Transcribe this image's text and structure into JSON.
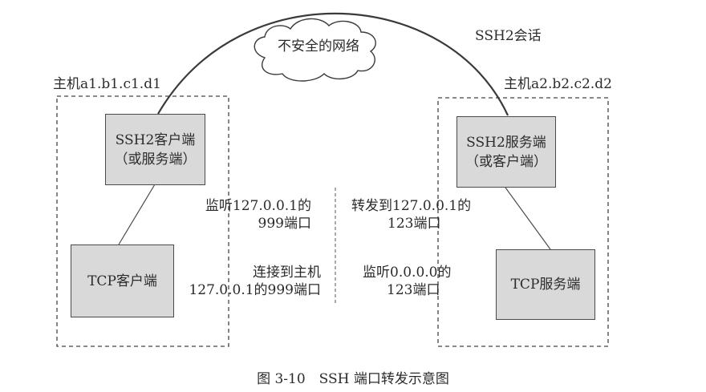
{
  "network_label": "不安全的网络",
  "session_label": "SSH2会话",
  "host_left": "主机a1.b1.c1.d1",
  "host_right": "主机a2.b2.c2.d2",
  "box_ssh_left": {
    "line1": "SSH2客户端",
    "line2": "（或服务端）"
  },
  "box_ssh_right": {
    "line1": "SSH2服务端",
    "line2": "（或客户端）"
  },
  "box_tcp_left": "TCP客户端",
  "box_tcp_right": "TCP服务端",
  "note_listen_left": {
    "line1": "监听127.0.0.1的",
    "line2": "999端口"
  },
  "note_connect_left": {
    "line1": "连接到主机",
    "line2": "127.0.0.1的999端口"
  },
  "note_forward_right": {
    "line1": "转发到127.0.0.1的",
    "line2": "123端口"
  },
  "note_listen_right": {
    "line1": "监听0.0.0.0的",
    "line2": "123端口"
  },
  "caption": "图 3-10　SSH 端口转发示意图",
  "colors": {
    "box_fill": "#d9d9d9",
    "line": "#4a4a4a"
  }
}
